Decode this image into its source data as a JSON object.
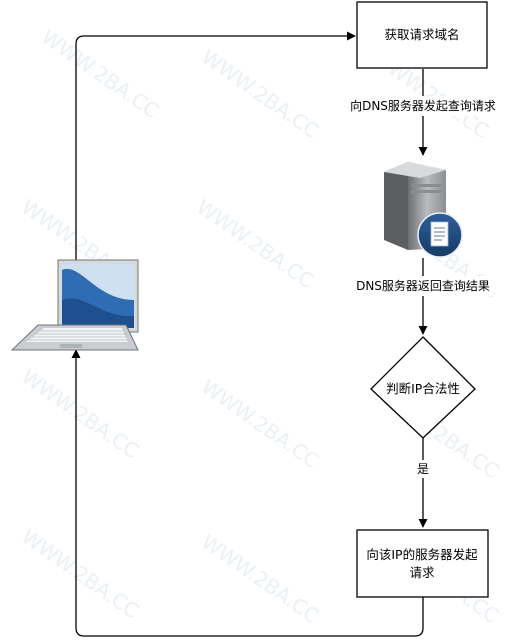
{
  "nodes": {
    "get_domain": "获取请求域名",
    "check_ip": "判断IP合法性",
    "request_server_line1": "向该IP的服务器发起",
    "request_server_line2": "请求"
  },
  "edges": {
    "query_dns": "向DNS服务器发起查询请求",
    "dns_result": "DNS服务器返回查询结果",
    "yes": "是"
  },
  "watermark": "WWW.2BA.CC",
  "icons": {
    "server": "dns-server-icon",
    "client": "laptop-icon"
  },
  "colors": {
    "stroke": "#000000",
    "watermark": "#d9e4f0",
    "laptop_screen": "#2f6cb3"
  }
}
